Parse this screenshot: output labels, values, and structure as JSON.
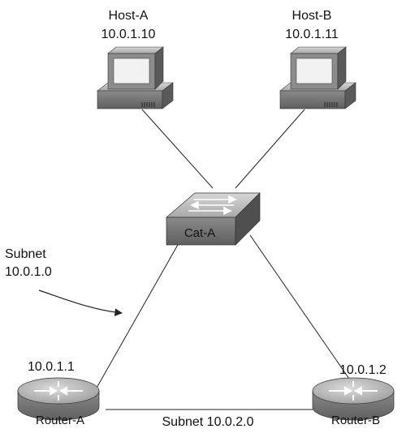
{
  "hosts": [
    {
      "name": "Host-A",
      "ip": "10.0.1.10"
    },
    {
      "name": "Host-B",
      "ip": "10.0.1.11"
    }
  ],
  "switch": {
    "name": "Cat-A"
  },
  "routers": [
    {
      "name": "Router-A",
      "ip": "10.0.1.1"
    },
    {
      "name": "Router-B",
      "ip": "10.0.1.2"
    }
  ],
  "subnets": {
    "lan_line1": "Subnet",
    "lan_line2": "10.0.1.0",
    "wan": "Subnet 10.0.2.0"
  },
  "colors": {
    "device_top": "#bdbdbd",
    "device_front": "#7a7a7a",
    "screen": "#f2f2f2",
    "link": "#222222"
  }
}
